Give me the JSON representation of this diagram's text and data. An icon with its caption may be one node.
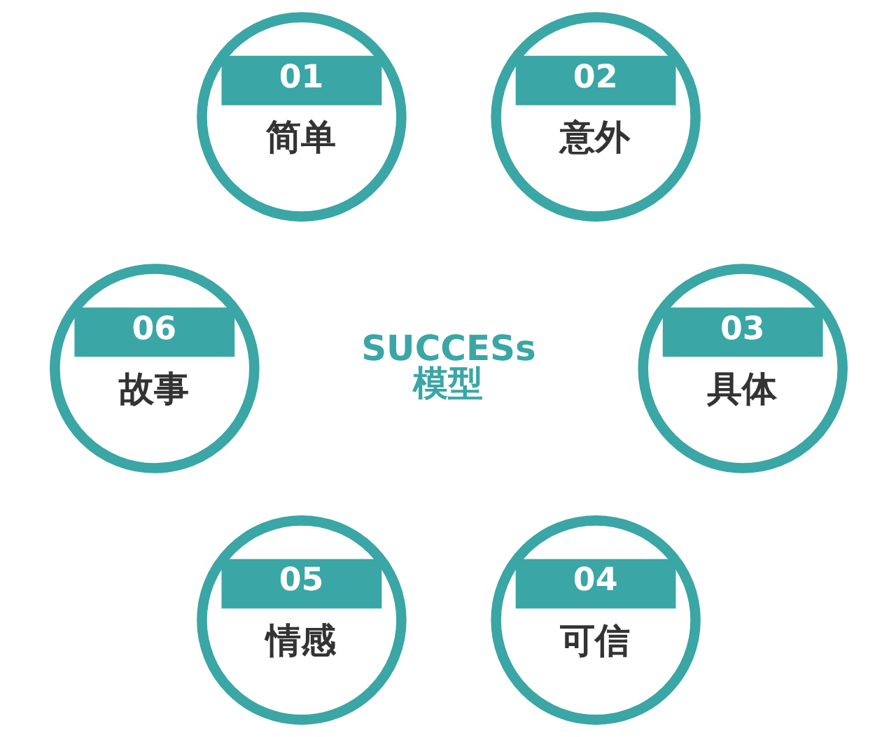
{
  "diagram": {
    "nodes": [
      {
        "text": [
          "01",
          "简单"
        ]
      },
      {
        "text": [
          "02",
          "意外"
        ]
      },
      {
        "text": [
          "06",
          "故事"
        ]
      },
      {
        "text": [
          "SUCCESs 模型"
        ]
      },
      {
        "text": [
          "03",
          "具体"
        ]
      },
      {
        "text": [
          "05",
          "情感"
        ]
      },
      {
        "text": [
          "04",
          "可信"
        ]
      }
    ]
  }
}
